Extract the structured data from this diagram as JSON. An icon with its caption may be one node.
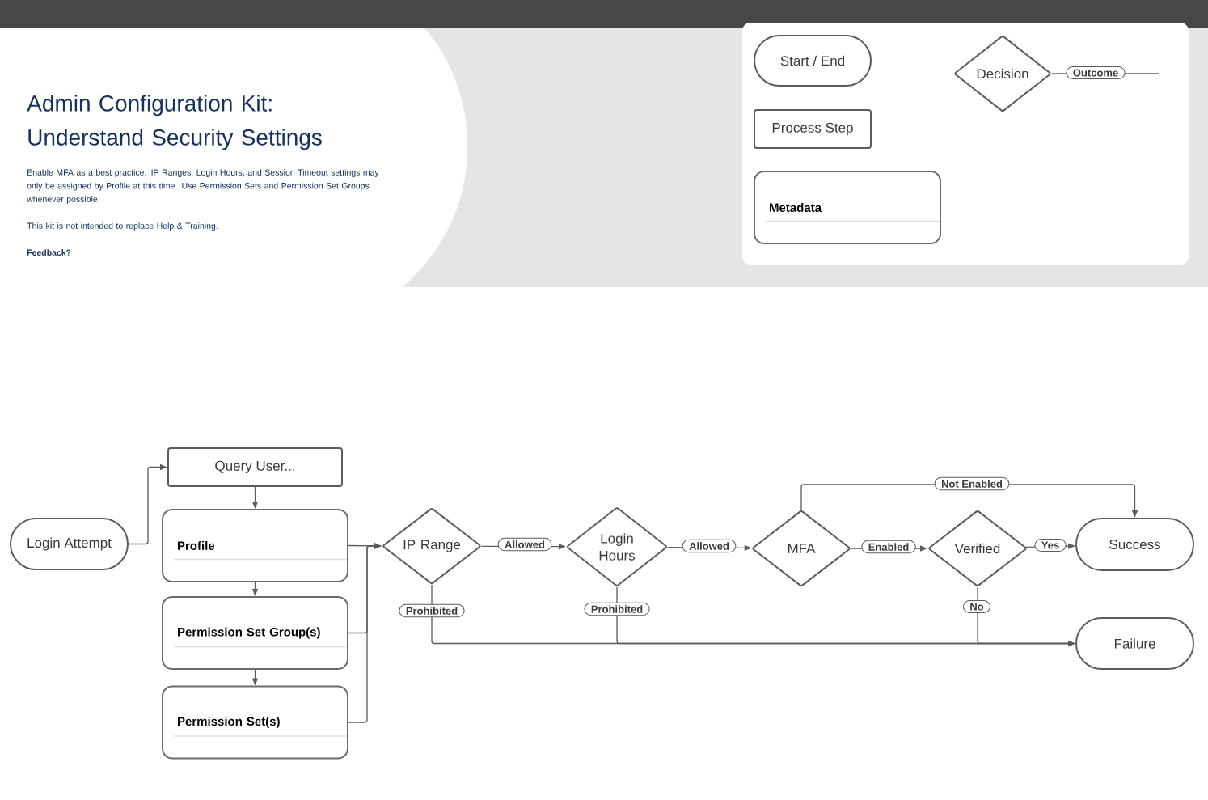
{
  "diagram": {
    "title": "Admin Configuration Kit: Understand Security Settings",
    "nodes": [
      {
        "text": [
          "Start / End"
        ]
      },
      {
        "text": [
          "Decision"
        ]
      },
      {
        "text": [
          "Process Step"
        ]
      },
      {
        "text": [
          "Metadata"
        ]
      },
      {
        "text": [
          "Login Attempt"
        ]
      },
      {
        "text": [
          "Query User..."
        ]
      },
      {
        "text": [
          "Profile"
        ]
      },
      {
        "text": [
          "Permission Set Group(s)"
        ]
      },
      {
        "text": [
          "Permission Set(s)"
        ]
      },
      {
        "text": [
          "IP Range"
        ]
      },
      {
        "text": [
          "Login Hours"
        ]
      },
      {
        "text": [
          "MFA"
        ]
      },
      {
        "text": [
          "Verified"
        ]
      },
      {
        "text": [
          "Success"
        ]
      },
      {
        "text": [
          "Failure"
        ]
      }
    ],
    "edges": [
      {
        "from": 1,
        "to": null,
        "arrow": "none",
        "label": "Outcome"
      },
      {
        "from": 4,
        "to": 5,
        "arrow": "to"
      },
      {
        "from": 5,
        "to": 6,
        "arrow": "to"
      },
      {
        "from": 6,
        "to": 7,
        "arrow": "to"
      },
      {
        "from": 7,
        "to": 8,
        "arrow": "to"
      },
      {
        "from": 6,
        "to": 9,
        "arrow": "to"
      },
      {
        "from": 7,
        "to": 9,
        "arrow": "to"
      },
      {
        "from": 8,
        "to": 9,
        "arrow": "to"
      },
      {
        "from": 9,
        "to": 10,
        "arrow": "to",
        "label": "Allowed"
      },
      {
        "from": 10,
        "to": 11,
        "arrow": "to",
        "label": "Allowed"
      },
      {
        "from": 11,
        "to": 12,
        "arrow": "to",
        "label": "Enabled"
      },
      {
        "from": 12,
        "to": 13,
        "arrow": "to",
        "label": "Yes"
      },
      {
        "from": 11,
        "to": 13,
        "arrow": "to",
        "label": "Not Enabled"
      },
      {
        "from": 9,
        "to": 14,
        "arrow": "to",
        "label": "Prohibited"
      },
      {
        "from": 10,
        "to": 14,
        "arrow": "to",
        "label": "Prohibited"
      },
      {
        "from": 12,
        "to": 14,
        "arrow": "to",
        "label": "No"
      }
    ],
    "labels": [
      "Enable MFA as a best practice. IP Ranges, Login Hours, and Session Timeout settings may only be assigned by Profile at this time. Use Permission Sets and Permission Set Groups whenever possible.",
      "This kit is not intended to replace Help & Training.",
      "Feedback?"
    ]
  }
}
